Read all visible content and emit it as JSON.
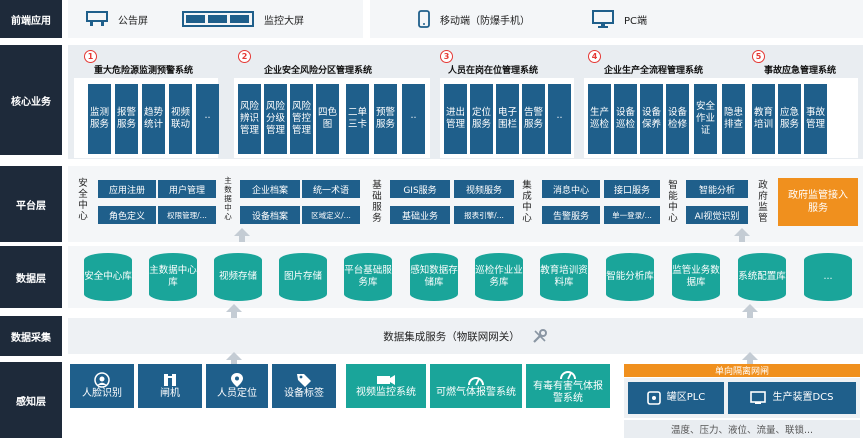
{
  "layers": {
    "front": "前端应用",
    "core": "核心业务",
    "platform": "平台层",
    "data": "数据层",
    "collect": "数据采集",
    "perception": "感知层"
  },
  "front": [
    "公告屏",
    "监控大屏",
    "移动端（防爆手机）",
    "PC端"
  ],
  "core": [
    {
      "num": "1",
      "title": "重大危险源监测预警系统",
      "items": [
        "监测服务",
        "报警服务",
        "趋势统计",
        "视频联动",
        "··"
      ]
    },
    {
      "num": "2",
      "title": "企业安全风险分区管理系统",
      "items": [
        "风险辨识管理",
        "风险分级管理",
        "风险管控管理",
        "四色图",
        "二单三卡",
        "预警服务",
        "··"
      ]
    },
    {
      "num": "3",
      "title": "人员在岗在位管理系统",
      "items": [
        "进出管理",
        "定位服务",
        "电子围栏",
        "告警服务",
        "··"
      ]
    },
    {
      "num": "4",
      "title": "企业生产全流程管理系统",
      "items": [
        "生产巡检",
        "设备巡检",
        "设备保养",
        "设备检修",
        "安全作业证",
        "隐患排查"
      ]
    },
    {
      "num": "5",
      "title": "事故应急管理系统",
      "items": [
        "教育培训",
        "应急服务",
        "事故管理"
      ]
    }
  ],
  "platform": {
    "security_center": "安全中心",
    "security_items": [
      "应用注册",
      "用户管理",
      "角色定义",
      "权限管理/..."
    ],
    "master_data": "主数据中心",
    "master_items": [
      "企业档案",
      "统一术语",
      "设备档案",
      "区域定义/..."
    ],
    "base_service": "基础服务",
    "base_items": [
      "GIS服务",
      "视频服务",
      "基础业务",
      "报表引擎/..."
    ],
    "integration_center": "集成中心",
    "integration_items": [
      "消息中心",
      "接口服务",
      "告警服务",
      "单一登录/..."
    ],
    "intel_center": "智能中心",
    "intel_items": [
      "智能分析",
      "AI视觉识别"
    ],
    "gov": "政府监管",
    "gov_btn": "政府监管接入服务"
  },
  "data_layer": [
    "安全中心库",
    "主数据中心库",
    "视频存储",
    "图片存储",
    "平台基础服务库",
    "感知数据存储库",
    "巡检作业业务库",
    "教育培训资料库",
    "智能分析库",
    "监管业务数据库",
    "系统配置库",
    "..."
  ],
  "collect": "数据集成服务（物联网网关）",
  "perception": {
    "blue": [
      "人脸识别",
      "闸机",
      "人员定位",
      "设备标签"
    ],
    "green": [
      "视频监控系统",
      "可燃气体报警系统",
      "有毒有害气体报警系统"
    ],
    "gateway": "单向隔离网闸",
    "right": [
      "罐区PLC",
      "生产装置DCS"
    ],
    "bottom": "温度、压力、液位、流量、联锁..."
  },
  "colors": {
    "label_bg": "#1e2a3a",
    "blue": "#1f5f8b",
    "teal": "#1aa59a",
    "orange": "#f0901e",
    "band": "#e9edf1"
  }
}
